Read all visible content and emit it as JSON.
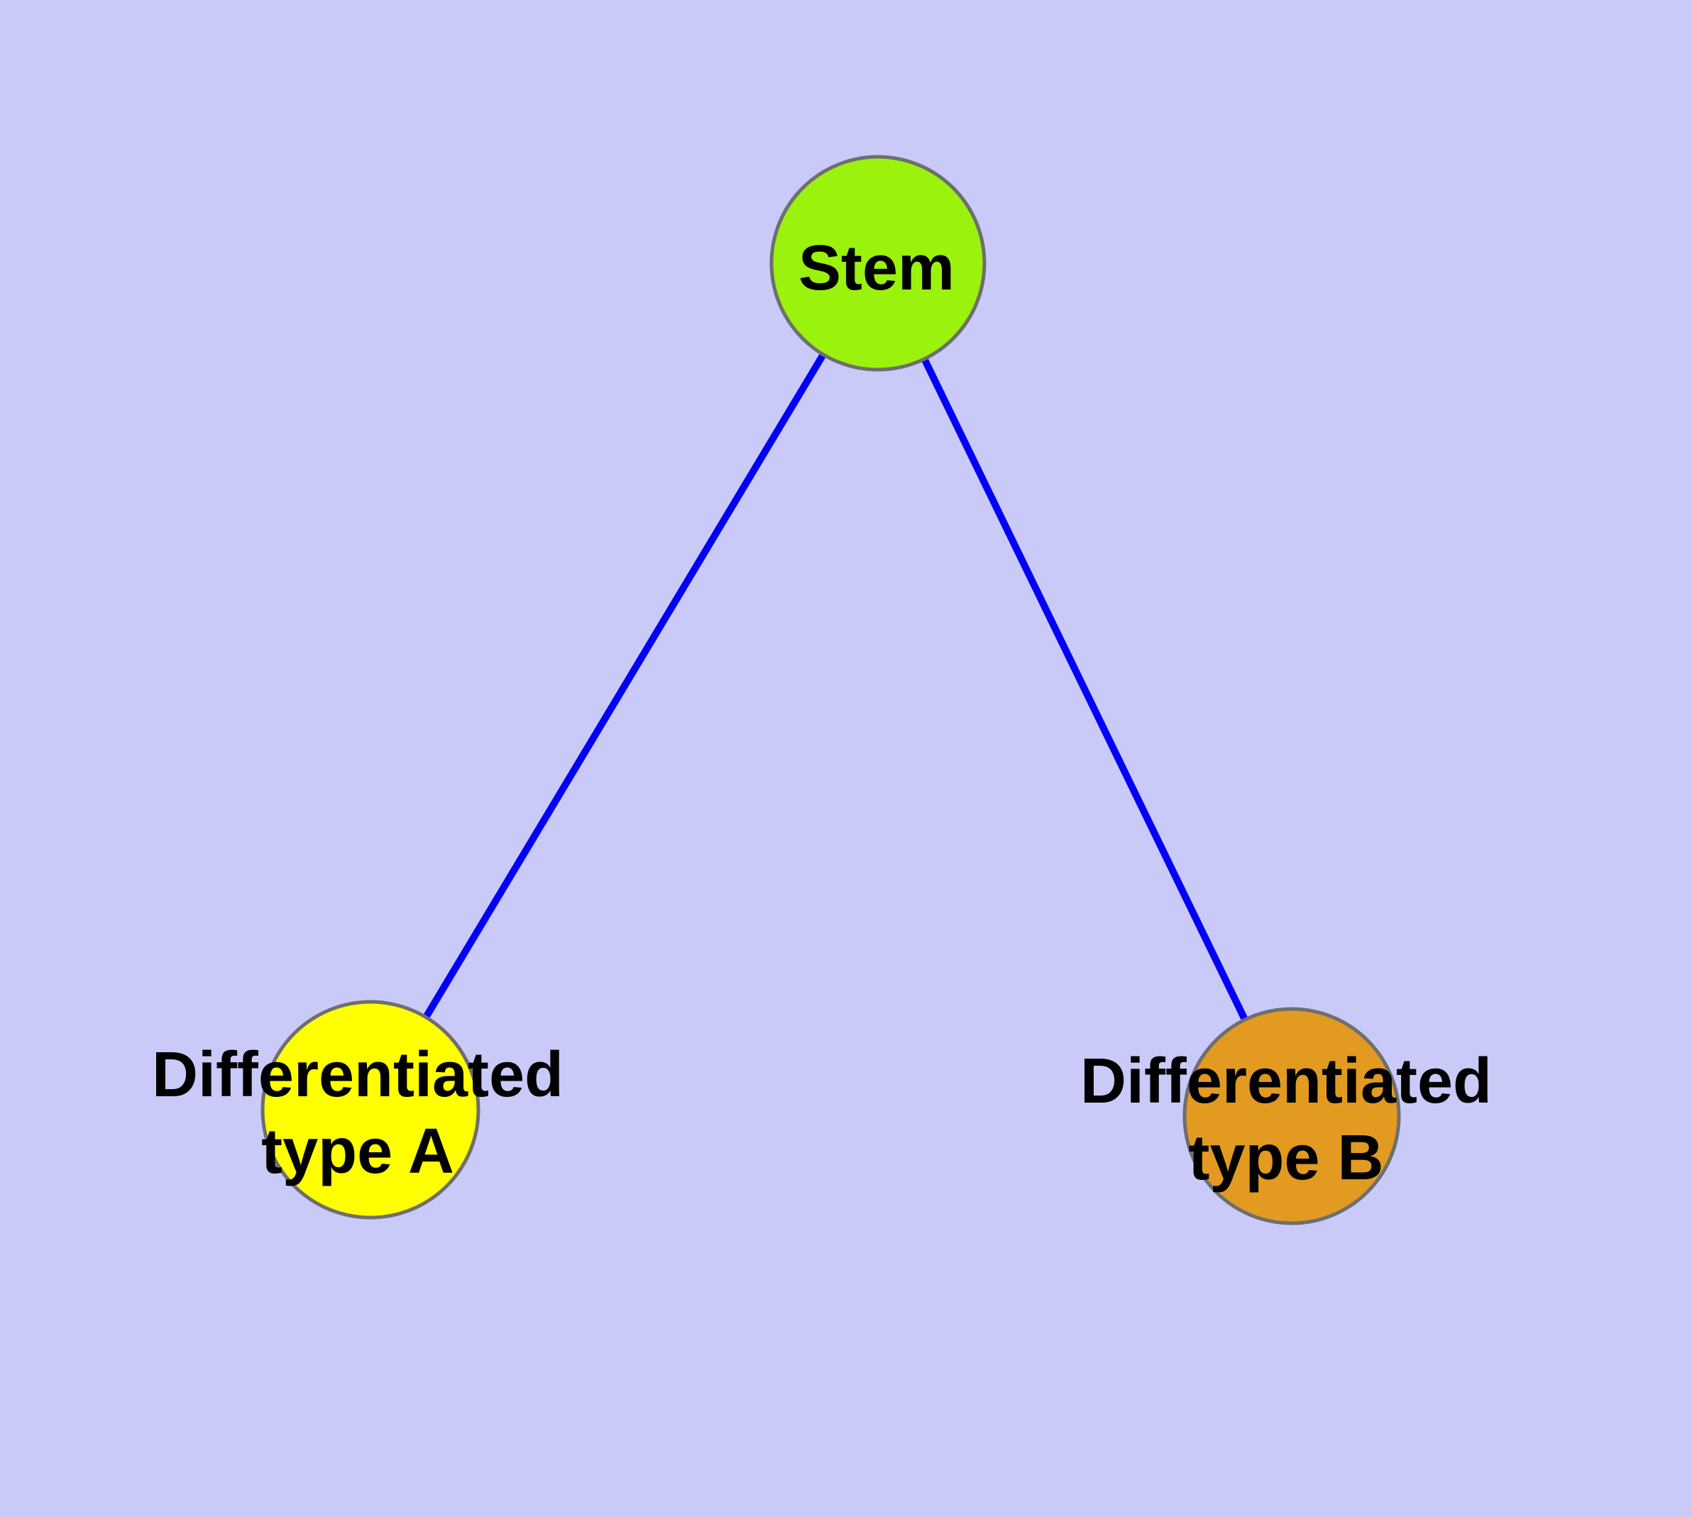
{
  "diagram": {
    "background_color": "#CACAF9",
    "edge_color": "#0000FA",
    "node_border_color": "#6E6E6E",
    "label_color": "#000000",
    "nodes": {
      "stem": {
        "label": "Stem",
        "fill_color": "#9BF20C"
      },
      "type_a": {
        "label_line1": "Differentiated",
        "label_line2": "type A",
        "fill_color": "#FFFF00"
      },
      "type_b": {
        "label_line1": "Differentiated",
        "label_line2": "type B",
        "fill_color": "#E29A21"
      }
    },
    "edges": [
      {
        "from": "Stem",
        "to": "Differentiated type A"
      },
      {
        "from": "Stem",
        "to": "Differentiated type B"
      }
    ]
  }
}
